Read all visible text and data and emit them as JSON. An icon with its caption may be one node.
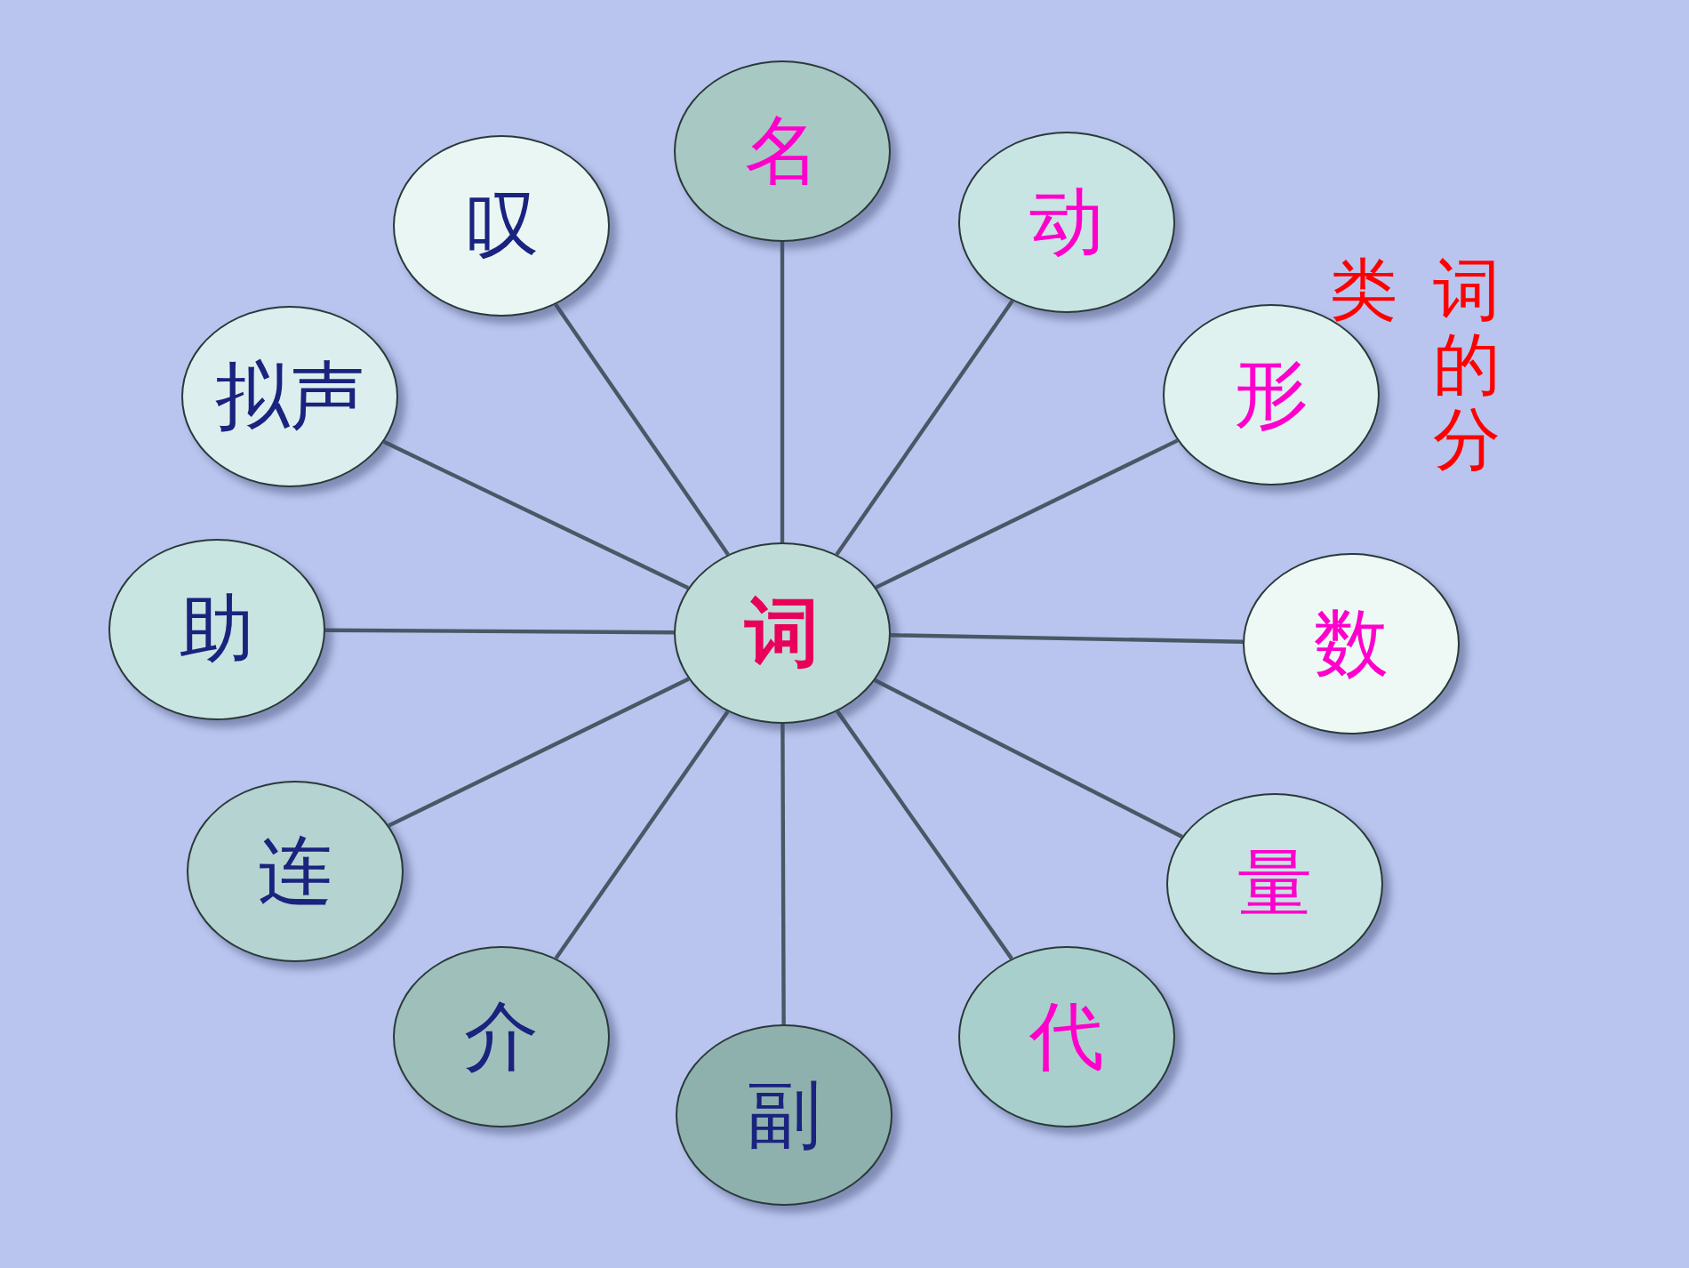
{
  "diagram": {
    "nodes": [
      {
        "text": [
          "词"
        ]
      },
      {
        "text": [
          "名"
        ]
      },
      {
        "text": [
          "动"
        ]
      },
      {
        "text": [
          "形"
        ]
      },
      {
        "text": [
          "数"
        ]
      },
      {
        "text": [
          "量"
        ]
      },
      {
        "text": [
          "代"
        ]
      },
      {
        "text": [
          "副"
        ]
      },
      {
        "text": [
          "介"
        ]
      },
      {
        "text": [
          "连"
        ]
      },
      {
        "text": [
          "助"
        ]
      },
      {
        "text": [
          "拟声"
        ]
      },
      {
        "text": [
          "叹"
        ]
      }
    ],
    "edges": [
      {
        "from": 0,
        "to": 1,
        "arrow": "none"
      },
      {
        "from": 0,
        "to": 2,
        "arrow": "none"
      },
      {
        "from": 0,
        "to": 3,
        "arrow": "none"
      },
      {
        "from": 0,
        "to": 4,
        "arrow": "none"
      },
      {
        "from": 0,
        "to": 5,
        "arrow": "none"
      },
      {
        "from": 0,
        "to": 6,
        "arrow": "none"
      },
      {
        "from": 0,
        "to": 7,
        "arrow": "none"
      },
      {
        "from": 0,
        "to": 8,
        "arrow": "none"
      },
      {
        "from": 0,
        "to": 9,
        "arrow": "none"
      },
      {
        "from": 0,
        "to": 10,
        "arrow": "none"
      },
      {
        "from": 0,
        "to": 11,
        "arrow": "none"
      },
      {
        "from": 0,
        "to": 12,
        "arrow": "none"
      }
    ],
    "labels": [
      "词的分",
      "类"
    ]
  }
}
